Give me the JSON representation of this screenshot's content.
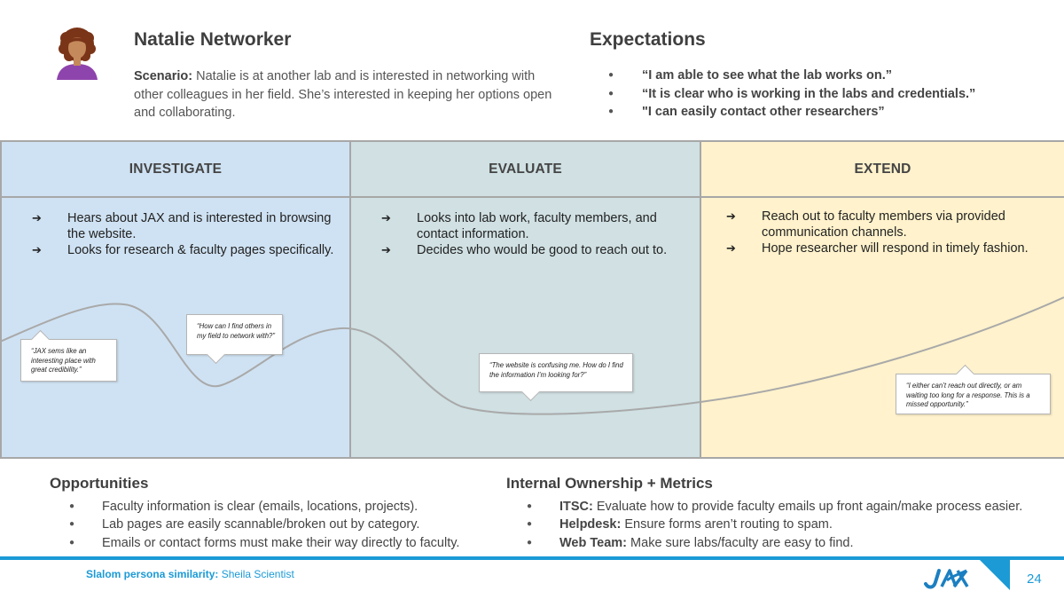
{
  "persona": {
    "name": "Natalie Networker",
    "scenario_label": "Scenario:",
    "scenario_text": "Natalie is at another lab and is interested in networking with other colleagues in her field. She’s interested in keeping her options open and collaborating."
  },
  "expectations": {
    "title": "Expectations",
    "items": [
      "“I am able to see what the lab works on.”",
      "“It is clear who is working in the labs and credentials.”",
      "\"I can easily contact other researchers”"
    ]
  },
  "phases": [
    {
      "title": "INVESTIGATE",
      "steps": [
        "Hears about JAX and is interested in browsing the website.",
        "Looks for research & faculty pages specifically."
      ]
    },
    {
      "title": "EVALUATE",
      "steps": [
        "Looks into lab work, faculty members, and contact information.",
        "Decides who would be good to reach out to."
      ]
    },
    {
      "title": "EXTEND",
      "steps": [
        "Reach out to faculty members via provided communication channels.",
        "Hope researcher will respond in timely fashion."
      ]
    }
  ],
  "quotes": [
    "“JAX sems like an interesting place with great credibility.”",
    "“How can I find others in my field to network with?”",
    "“The website is confusing me. How do I find the information I’m looking for?”",
    "“I either can’t reach out directly, or am waiting too long for a response. This is a missed opportunity.”"
  ],
  "opportunities": {
    "title": "Opportunities",
    "items": [
      "Faculty information is clear (emails, locations, projects).",
      "Lab pages are easily scannable/broken out by category.",
      "Emails or contact forms must make their way directly to faculty."
    ]
  },
  "ownership": {
    "title": "Internal Ownership + Metrics",
    "items": [
      {
        "owner": "ITSC:",
        "text": "Evaluate how to provide faculty emails up front again/make process easier."
      },
      {
        "owner": "Helpdesk:",
        "text": "Ensure forms aren’t routing to spam."
      },
      {
        "owner": "Web Team:",
        "text": "Make sure labs/faculty are easy to find."
      }
    ]
  },
  "footer": {
    "similarity_label": "Slalom persona similarity:",
    "similarity_value": "Sheila Scientist",
    "page_number": "24"
  },
  "colors": {
    "accent": "#1b9ad6",
    "investigate_bg": "#cfe2f3",
    "evaluate_bg": "#d0e0e3",
    "extend_bg": "#fff2cc"
  },
  "icons": [
    "persona-avatar-icon",
    "jax-logo-icon",
    "right-arrow-icon",
    "bullet-icon"
  ]
}
